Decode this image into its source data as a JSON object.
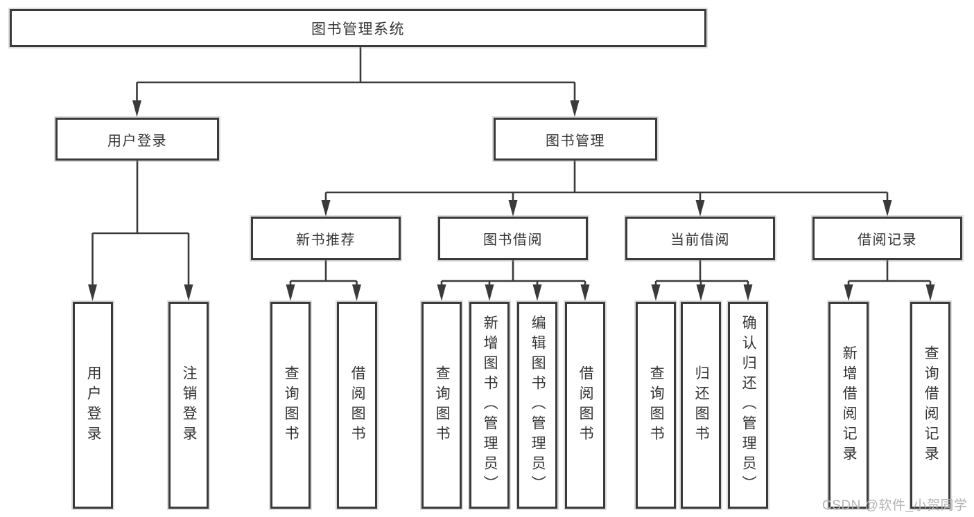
{
  "diagram": {
    "root": {
      "label": "图书管理系统"
    },
    "branches": [
      {
        "label": "用户登录",
        "children": [
          {
            "label": "用户登录"
          },
          {
            "label": "注销登录"
          }
        ]
      },
      {
        "label": "图书管理",
        "children": [
          {
            "label": "新书推荐",
            "children": [
              {
                "label": "查询图书"
              },
              {
                "label": "借阅图书"
              }
            ]
          },
          {
            "label": "图书借阅",
            "children": [
              {
                "label": "查询图书"
              },
              {
                "label": "新增图书（管理员）"
              },
              {
                "label": "编辑图书（管理员）"
              },
              {
                "label": "借阅图书"
              }
            ]
          },
          {
            "label": "当前借阅",
            "children": [
              {
                "label": "查询图书"
              },
              {
                "label": "归还图书"
              },
              {
                "label": "确认归还（管理员）"
              }
            ]
          },
          {
            "label": "借阅记录",
            "children": [
              {
                "label": "新增借阅记录"
              },
              {
                "label": "查询借阅记录"
              }
            ]
          }
        ]
      }
    ]
  },
  "watermark": {
    "text": "CSDN @软件_小贺同学"
  },
  "colors": {
    "line": "#3a3a3a",
    "box_border": "#3a3a3a",
    "text": "#333333",
    "background": "#ffffff",
    "watermark": "#b3b3b3"
  }
}
